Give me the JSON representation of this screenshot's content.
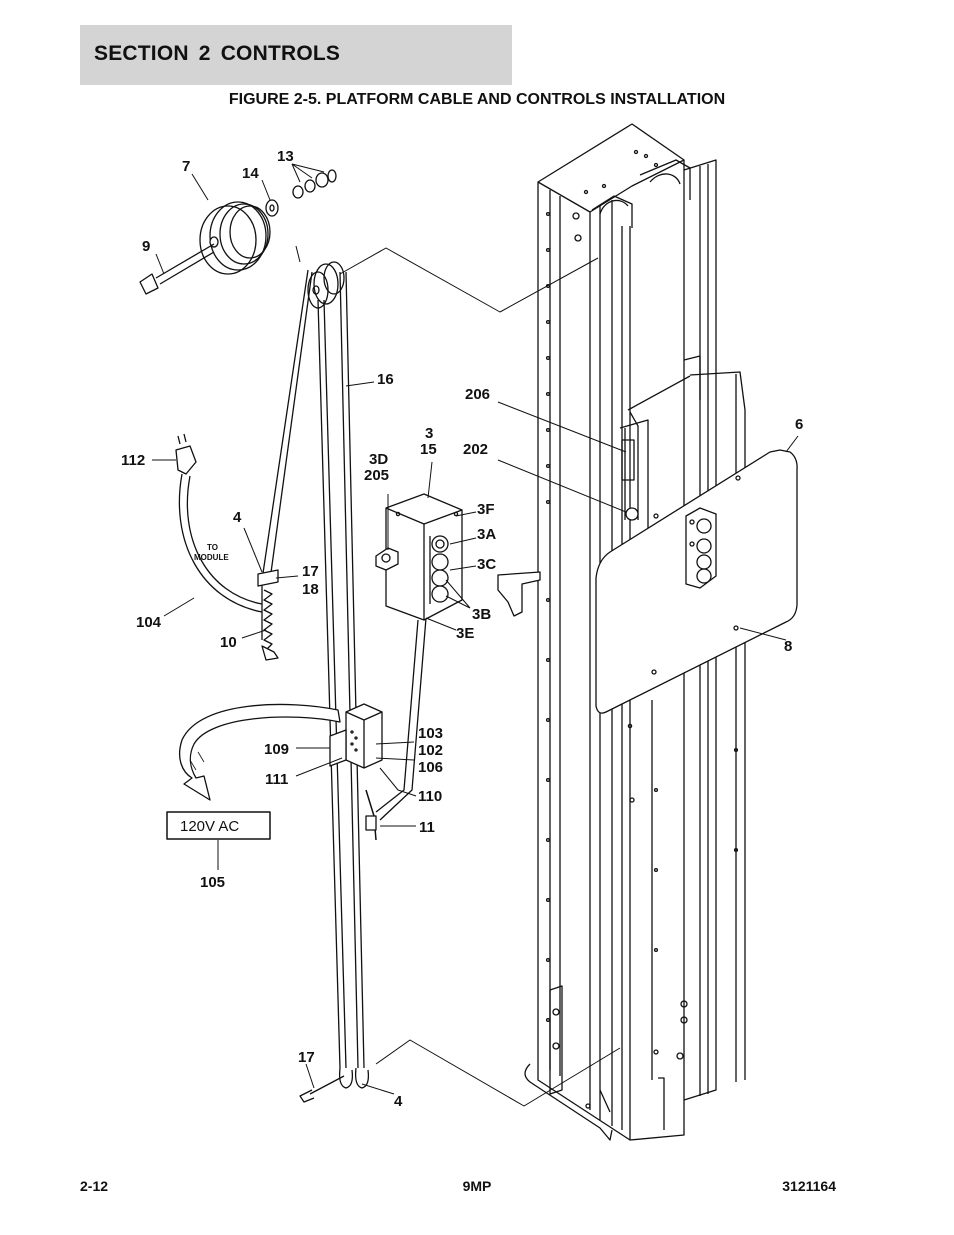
{
  "header": {
    "section_title": "SECTION 2   CONTROLS"
  },
  "figure": {
    "title": "FIGURE 2-5. PLATFORM CABLE AND CONTROLS INSTALLATION",
    "callouts": {
      "c7": "7",
      "c13": "13",
      "c14": "14",
      "c9": "9",
      "c16": "16",
      "c206": "206",
      "c6": "6",
      "c3": "3",
      "c15": "15",
      "c202": "202",
      "c3d": "3D",
      "c205": "205",
      "c112": "112",
      "c3f": "3F",
      "c3a": "3A",
      "c4top": "4",
      "c3c": "3C",
      "c17a": "17",
      "c18": "18",
      "c3b": "3B",
      "c104": "104",
      "c3e": "3E",
      "c8": "8",
      "c10": "10",
      "c103": "103",
      "c102": "102",
      "c109": "109",
      "c106": "106",
      "c111": "111",
      "c110": "110",
      "c11": "11",
      "c105": "105",
      "c17b": "17",
      "c4bot": "4"
    },
    "to_module_line1": "TO",
    "to_module_line2": "MODULE",
    "voltage_label": "120V AC"
  },
  "footer": {
    "page": "2-12",
    "model": "9MP",
    "doc_number": "3121164"
  }
}
